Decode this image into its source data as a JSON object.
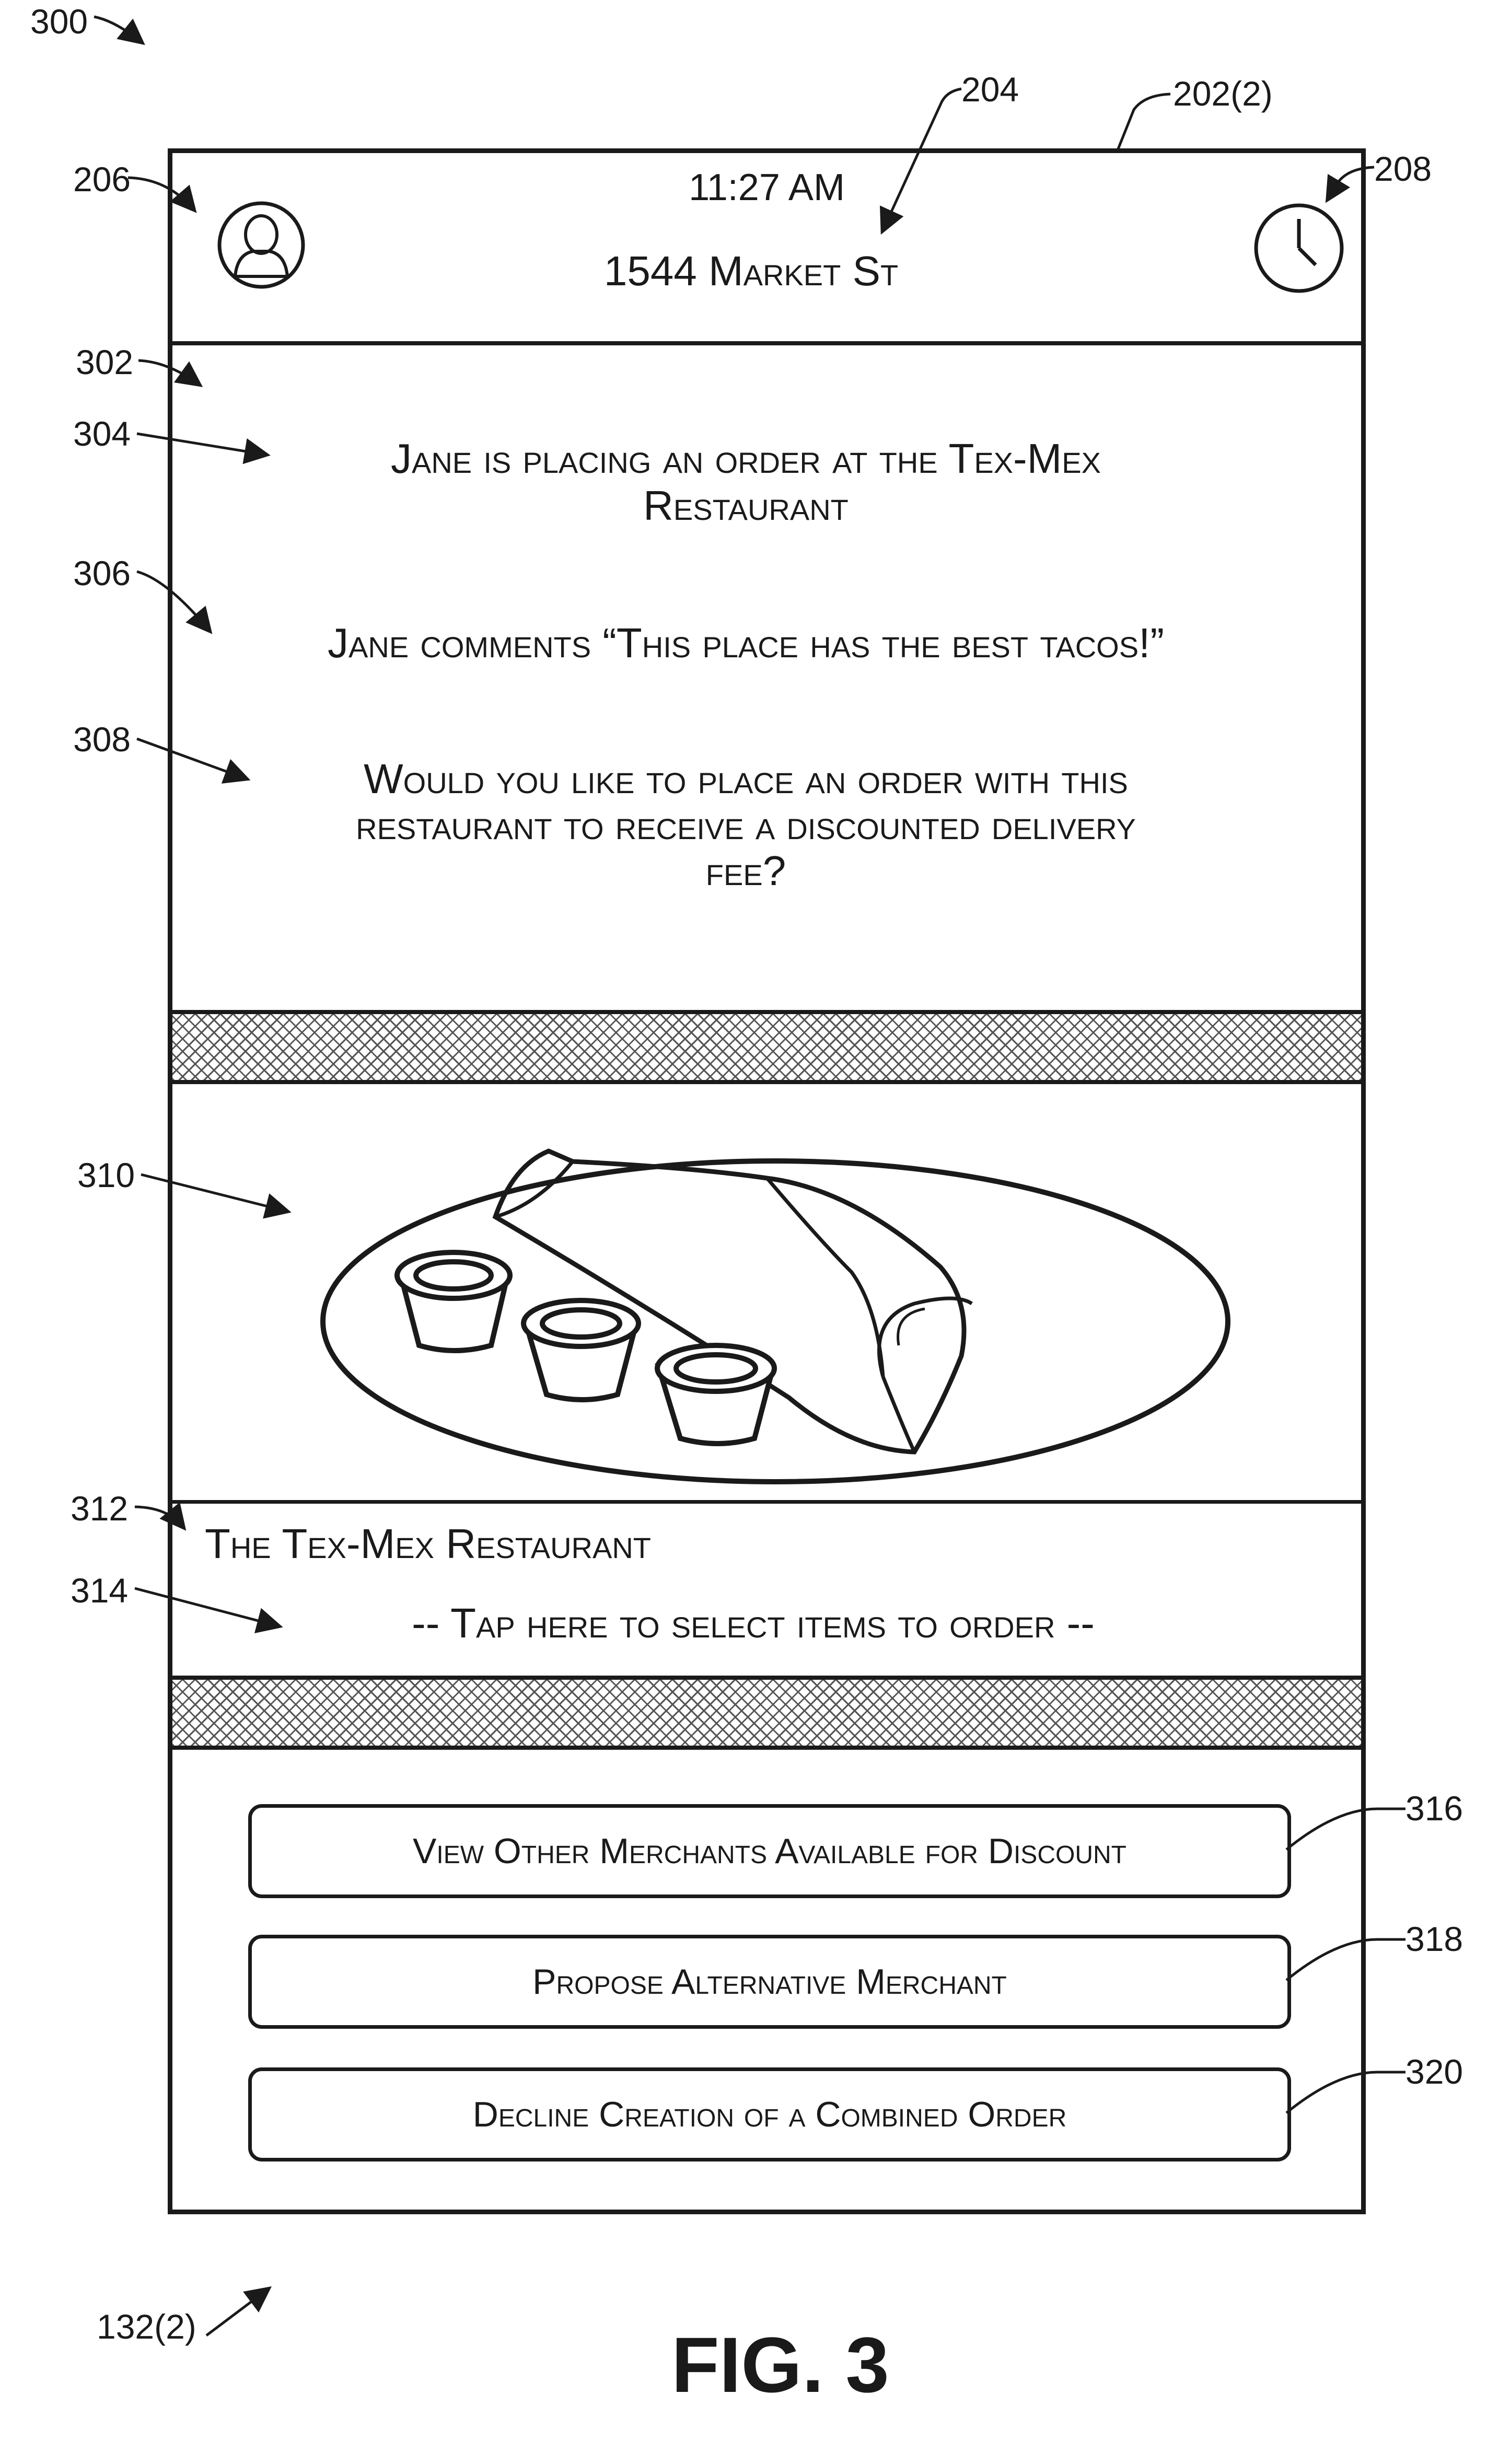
{
  "refs": {
    "r300": "300",
    "r204": "204",
    "r202": "202(2)",
    "r206": "206",
    "r208": "208",
    "r302": "302",
    "r304": "304",
    "r306": "306",
    "r308": "308",
    "r310": "310",
    "r312": "312",
    "r314": "314",
    "r316": "316",
    "r318": "318",
    "r320": "320",
    "r132": "132(2)"
  },
  "header": {
    "time": "11:27 AM",
    "address": "1544 Market St"
  },
  "notification": {
    "placing_line1": "Jane is placing an order at the Tex-Mex",
    "placing_line2": "Restaurant",
    "comment": "Jane comments “This place has the best tacos!”",
    "question_line1": "Would you like to place an order with this",
    "question_line2": "restaurant to receive a discounted delivery",
    "question_line3": "fee?"
  },
  "merchant": {
    "name": "The Tex-Mex Restaurant",
    "tap_prompt": "-- Tap here to select items to order --"
  },
  "buttons": {
    "view_other": "View Other Merchants Available for Discount",
    "propose": "Propose Alternative Merchant",
    "decline": "Decline Creation of a Combined Order"
  },
  "figure_label": "FIG. 3",
  "icons": {
    "profile": "user-profile-icon",
    "history": "clock-icon",
    "food": "burrito-plate-illustration"
  }
}
